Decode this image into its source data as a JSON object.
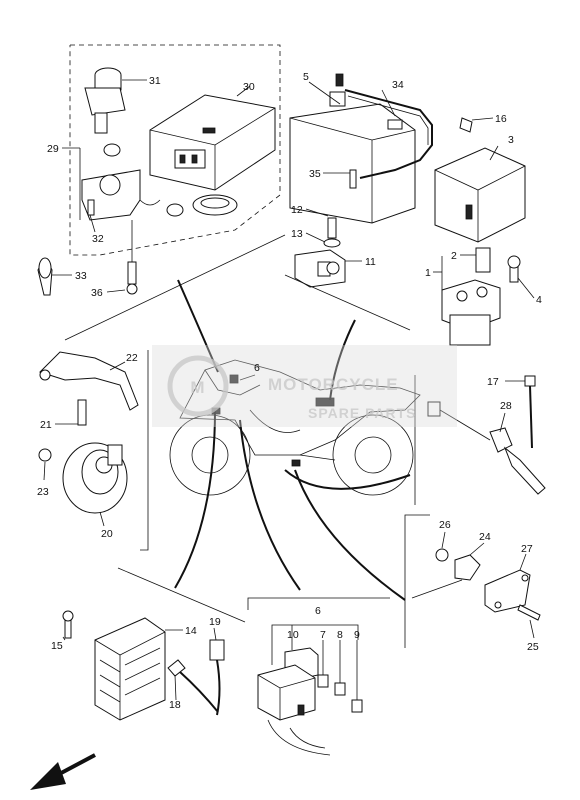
{
  "callouts": [
    {
      "id": "31",
      "text": "31"
    },
    {
      "id": "30",
      "text": "30"
    },
    {
      "id": "29",
      "text": "29"
    },
    {
      "id": "32",
      "text": "32"
    },
    {
      "id": "33",
      "text": "33"
    },
    {
      "id": "36",
      "text": "36"
    },
    {
      "id": "5",
      "text": "5"
    },
    {
      "id": "34",
      "text": "34"
    },
    {
      "id": "16",
      "text": "16"
    },
    {
      "id": "3",
      "text": "3"
    },
    {
      "id": "35",
      "text": "35"
    },
    {
      "id": "12",
      "text": "12"
    },
    {
      "id": "13",
      "text": "13"
    },
    {
      "id": "11",
      "text": "11"
    },
    {
      "id": "2",
      "text": "2"
    },
    {
      "id": "1",
      "text": "1"
    },
    {
      "id": "4",
      "text": "4"
    },
    {
      "id": "22",
      "text": "22"
    },
    {
      "id": "6a",
      "text": "6"
    },
    {
      "id": "17",
      "text": "17"
    },
    {
      "id": "28",
      "text": "28"
    },
    {
      "id": "21",
      "text": "21"
    },
    {
      "id": "23",
      "text": "23"
    },
    {
      "id": "20",
      "text": "20"
    },
    {
      "id": "26",
      "text": "26"
    },
    {
      "id": "24",
      "text": "24"
    },
    {
      "id": "27",
      "text": "27"
    },
    {
      "id": "25",
      "text": "25"
    },
    {
      "id": "15",
      "text": "15"
    },
    {
      "id": "14",
      "text": "14"
    },
    {
      "id": "19",
      "text": "19"
    },
    {
      "id": "18",
      "text": "18"
    },
    {
      "id": "6b",
      "text": "6"
    },
    {
      "id": "10",
      "text": "10"
    },
    {
      "id": "7",
      "text": "7"
    },
    {
      "id": "8",
      "text": "8"
    },
    {
      "id": "9",
      "text": "9"
    }
  ],
  "watermark": {
    "title": "MOTORCYCLE",
    "subtitle": "SPARE PARTS"
  },
  "colors": {
    "line": "#111111",
    "watermark": "#c9c9c9",
    "background": "#ffffff"
  }
}
